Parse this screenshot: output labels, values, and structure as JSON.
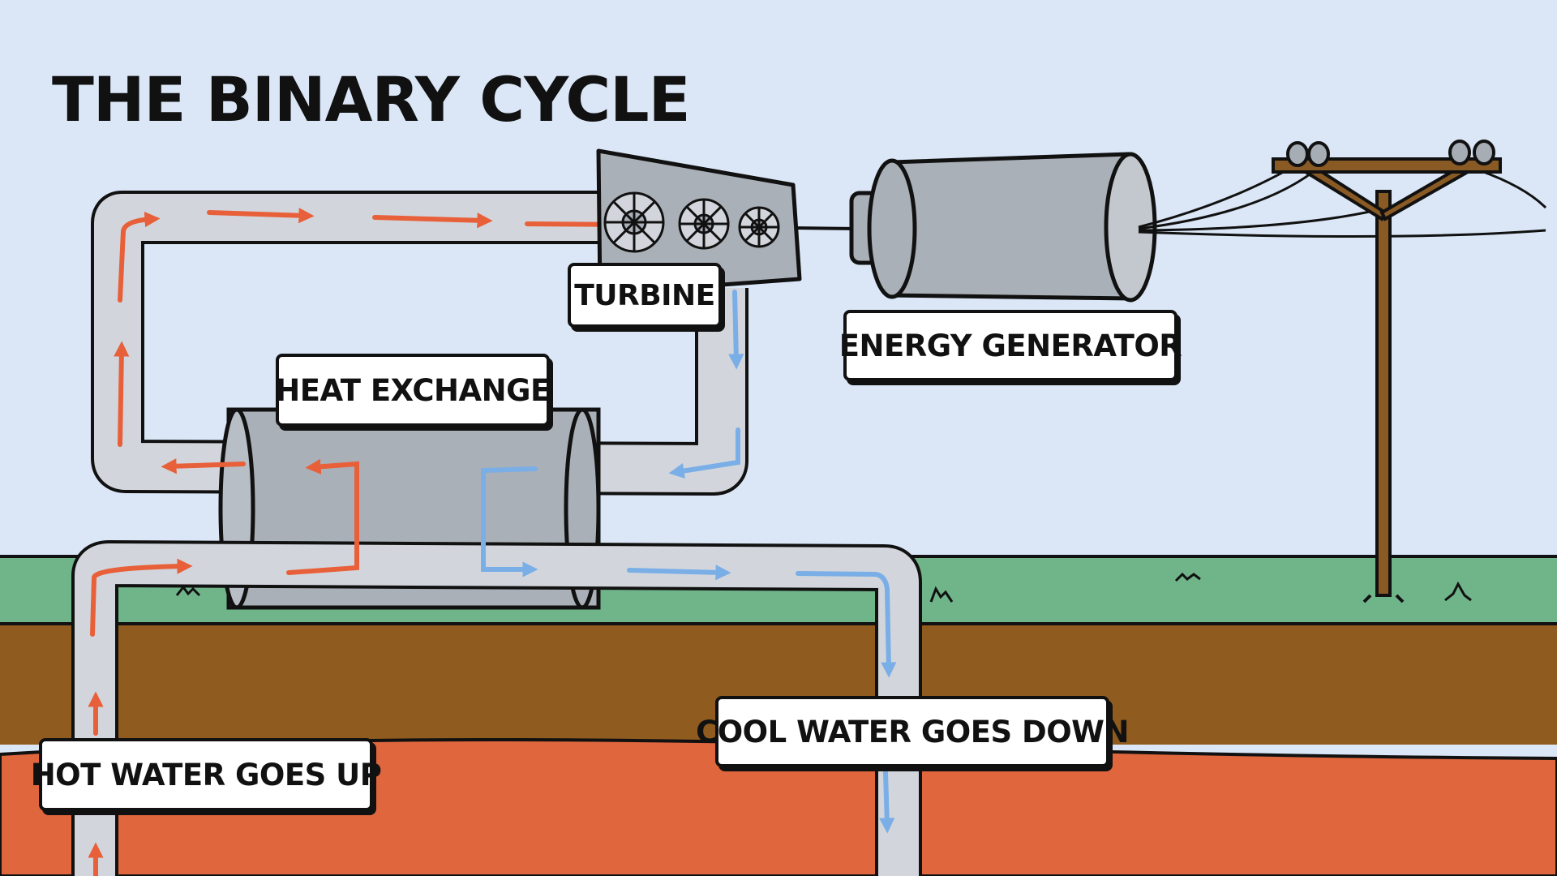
{
  "title": "THE BINARY CYCLE",
  "labels": {
    "turbine": "TURBINE",
    "energy_generator": "ENERGY GENERATOR",
    "heat_exchange": "HEAT EXCHANGE",
    "cool_water": "COOL WATER GOES DOWN",
    "hot_water": "HOT WATER GOES UP"
  },
  "colors": {
    "sky": "#dbe7f7",
    "grass": "#70b58a",
    "soil": "#8f5b1f",
    "hot_rock": "#e0663d",
    "pipe": "#d2d6dc",
    "machine": "#aab0b8",
    "hot_arrow": "#e8603a",
    "cool_arrow": "#7aaee6",
    "pole": "#8a5a25"
  }
}
